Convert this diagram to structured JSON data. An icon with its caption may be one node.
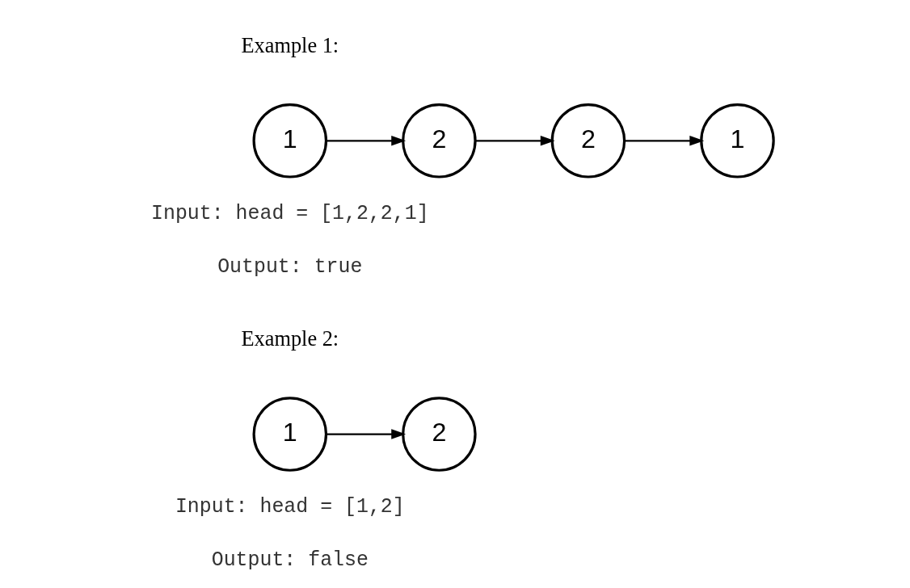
{
  "diagram": {
    "nodes": [
      {
        "text": [
          "1"
        ]
      },
      {
        "text": [
          "2"
        ]
      },
      {
        "text": [
          "2"
        ]
      },
      {
        "text": [
          "1"
        ]
      },
      {
        "text": [
          "1"
        ]
      },
      {
        "text": [
          "2"
        ]
      }
    ],
    "edges": [
      {
        "from": 0,
        "to": 1,
        "arrow": "to"
      },
      {
        "from": 1,
        "to": 2,
        "arrow": "to"
      },
      {
        "from": 2,
        "to": 3,
        "arrow": "to"
      },
      {
        "from": 4,
        "to": 5,
        "arrow": "to"
      }
    ],
    "labels": [
      "Example 1:",
      "Input: head = [1,2,2,1]",
      "Output: true",
      "Example 2:",
      "Input: head = [1,2]",
      "Output: false"
    ]
  }
}
